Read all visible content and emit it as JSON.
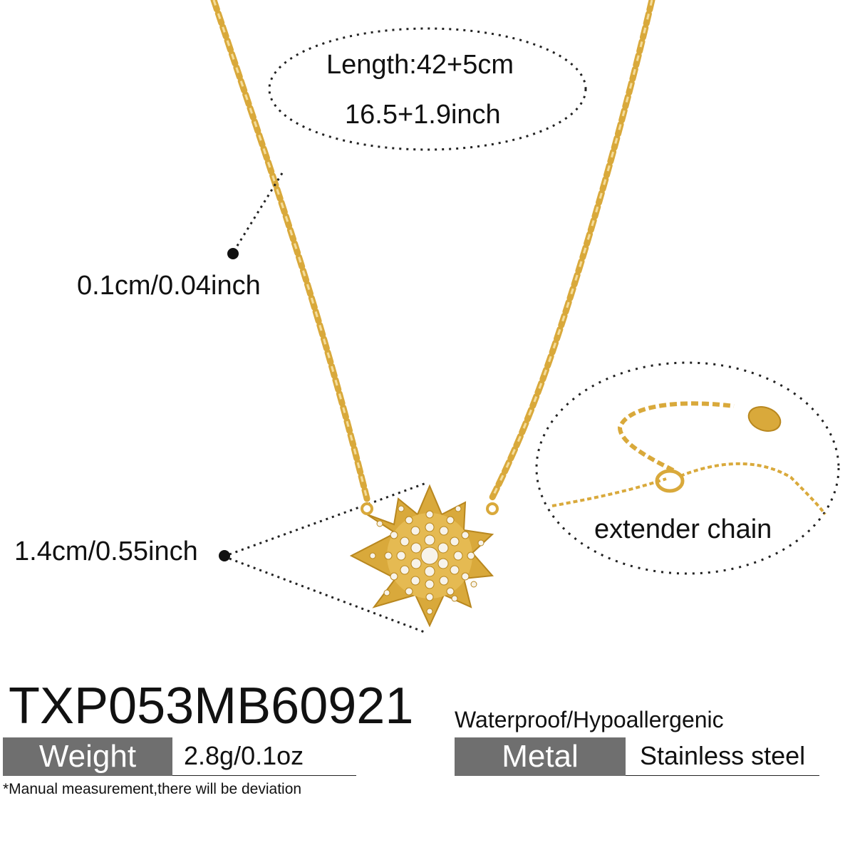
{
  "annotations": {
    "length_cm": "Length:42+5cm",
    "length_inch": "16.5+1.9inch",
    "chain_width": "0.1cm/0.04inch",
    "pendant_size": "1.4cm/0.55inch",
    "extender_label": "extender  chain"
  },
  "product": {
    "code": "TXP053MB60921",
    "feature_text": "Waterproof/Hypoallergenic",
    "weight_label": "Weight",
    "weight_value": "2.8g/0.1oz",
    "metal_label": "Metal",
    "metal_value": "Stainless steel",
    "note": "*Manual measurement,there will be deviation"
  },
  "colors": {
    "gold": "#d9a93b",
    "badge_gray": "#6f6f6f"
  },
  "icons": [
    "star-pendant-icon",
    "necklace-chain-icon",
    "extender-chain-icon",
    "bullet-dot-icon"
  ]
}
